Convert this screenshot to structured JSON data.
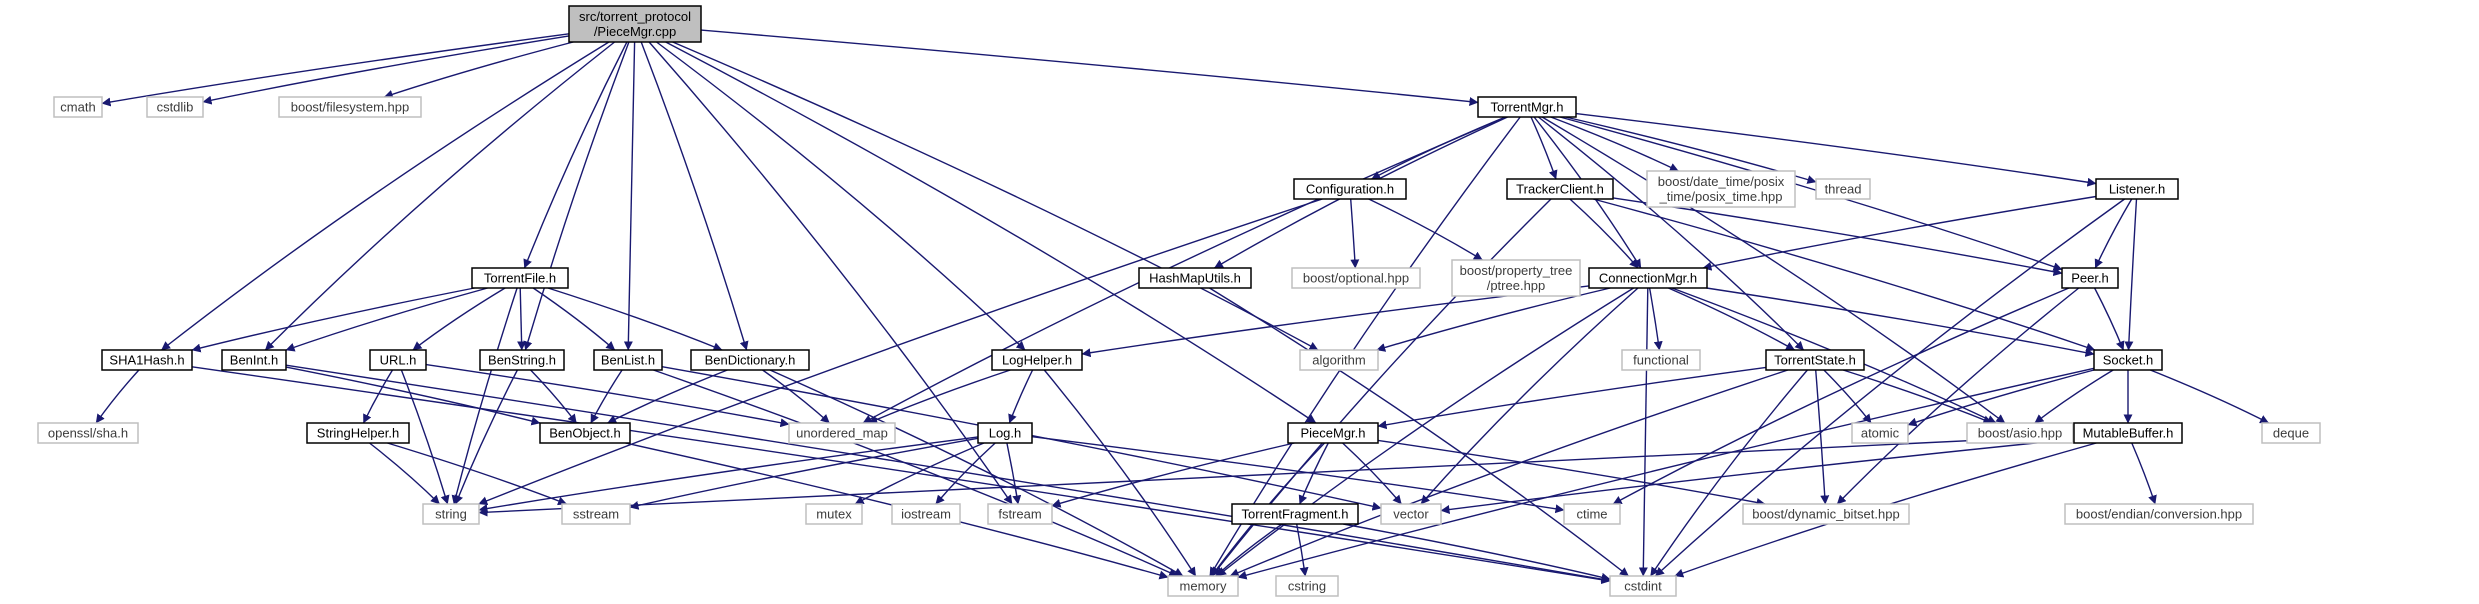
{
  "colors": {
    "edge": "#191970",
    "root_fill": "#bfbfbf",
    "local_border": "#000000",
    "system_border": "#bfbfbf"
  },
  "nodes": [
    {
      "id": "root",
      "lines": [
        "src/torrent_protocol",
        "/PieceMgr.cpp"
      ],
      "kind": "root"
    },
    {
      "id": "cmath",
      "lines": [
        "cmath"
      ],
      "kind": "system"
    },
    {
      "id": "cstdlib",
      "lines": [
        "cstdlib"
      ],
      "kind": "system"
    },
    {
      "id": "boost_filesystem",
      "lines": [
        "boost/filesystem.hpp"
      ],
      "kind": "system"
    },
    {
      "id": "torrentmgr",
      "lines": [
        "TorrentMgr.h"
      ],
      "kind": "local"
    },
    {
      "id": "configuration",
      "lines": [
        "Configuration.h"
      ],
      "kind": "local"
    },
    {
      "id": "trackerclient",
      "lines": [
        "TrackerClient.h"
      ],
      "kind": "local"
    },
    {
      "id": "boost_datetime",
      "lines": [
        "boost/date_time/posix",
        "_time/posix_time.hpp"
      ],
      "kind": "system"
    },
    {
      "id": "thread",
      "lines": [
        "thread"
      ],
      "kind": "system"
    },
    {
      "id": "listener",
      "lines": [
        "Listener.h"
      ],
      "kind": "local"
    },
    {
      "id": "boost_optional",
      "lines": [
        "boost/optional.hpp"
      ],
      "kind": "system"
    },
    {
      "id": "boost_ptree",
      "lines": [
        "boost/property_tree",
        "/ptree.hpp"
      ],
      "kind": "system"
    },
    {
      "id": "hashmaputils",
      "lines": [
        "HashMapUtils.h"
      ],
      "kind": "local"
    },
    {
      "id": "connectionmgr",
      "lines": [
        "ConnectionMgr.h"
      ],
      "kind": "local"
    },
    {
      "id": "peer",
      "lines": [
        "Peer.h"
      ],
      "kind": "local"
    },
    {
      "id": "torrentfile",
      "lines": [
        "TorrentFile.h"
      ],
      "kind": "local"
    },
    {
      "id": "sha1hash",
      "lines": [
        "SHA1Hash.h"
      ],
      "kind": "local"
    },
    {
      "id": "benint",
      "lines": [
        "BenInt.h"
      ],
      "kind": "local"
    },
    {
      "id": "url",
      "lines": [
        "URL.h"
      ],
      "kind": "local"
    },
    {
      "id": "benstring",
      "lines": [
        "BenString.h"
      ],
      "kind": "local"
    },
    {
      "id": "benlist",
      "lines": [
        "BenList.h"
      ],
      "kind": "local"
    },
    {
      "id": "bendictionary",
      "lines": [
        "BenDictionary.h"
      ],
      "kind": "local"
    },
    {
      "id": "loghelper",
      "lines": [
        "LogHelper.h"
      ],
      "kind": "local"
    },
    {
      "id": "algorithm",
      "lines": [
        "algorithm"
      ],
      "kind": "system"
    },
    {
      "id": "functional",
      "lines": [
        "functional"
      ],
      "kind": "system"
    },
    {
      "id": "torrentstate",
      "lines": [
        "TorrentState.h"
      ],
      "kind": "local"
    },
    {
      "id": "socket",
      "lines": [
        "Socket.h"
      ],
      "kind": "local"
    },
    {
      "id": "openssl",
      "lines": [
        "openssl/sha.h"
      ],
      "kind": "system"
    },
    {
      "id": "stringhelper",
      "lines": [
        "StringHelper.h"
      ],
      "kind": "local"
    },
    {
      "id": "unordered_map",
      "lines": [
        "unordered_map"
      ],
      "kind": "system"
    },
    {
      "id": "benobject",
      "lines": [
        "BenObject.h"
      ],
      "kind": "local"
    },
    {
      "id": "log",
      "lines": [
        "Log.h"
      ],
      "kind": "local"
    },
    {
      "id": "piecemgr",
      "lines": [
        "PieceMgr.h"
      ],
      "kind": "local"
    },
    {
      "id": "atomic",
      "lines": [
        "atomic"
      ],
      "kind": "system"
    },
    {
      "id": "boost_asio",
      "lines": [
        "boost/asio.hpp"
      ],
      "kind": "system"
    },
    {
      "id": "deque",
      "lines": [
        "deque"
      ],
      "kind": "system"
    },
    {
      "id": "mutablebuffer",
      "lines": [
        "MutableBuffer.h"
      ],
      "kind": "local"
    },
    {
      "id": "string",
      "lines": [
        "string"
      ],
      "kind": "system"
    },
    {
      "id": "sstream",
      "lines": [
        "sstream"
      ],
      "kind": "system"
    },
    {
      "id": "mutex",
      "lines": [
        "mutex"
      ],
      "kind": "system"
    },
    {
      "id": "iostream",
      "lines": [
        "iostream"
      ],
      "kind": "system"
    },
    {
      "id": "fstream",
      "lines": [
        "fstream"
      ],
      "kind": "system"
    },
    {
      "id": "vector",
      "lines": [
        "vector"
      ],
      "kind": "system"
    },
    {
      "id": "ctime",
      "lines": [
        "ctime"
      ],
      "kind": "system"
    },
    {
      "id": "torrentfragment",
      "lines": [
        "TorrentFragment.h"
      ],
      "kind": "local"
    },
    {
      "id": "boost_dynbitset",
      "lines": [
        "boost/dynamic_bitset.hpp"
      ],
      "kind": "system"
    },
    {
      "id": "boost_endian",
      "lines": [
        "boost/endian/conversion.hpp"
      ],
      "kind": "system"
    },
    {
      "id": "memory",
      "lines": [
        "memory"
      ],
      "kind": "system"
    },
    {
      "id": "cstdint",
      "lines": [
        "cstdint"
      ],
      "kind": "system"
    },
    {
      "id": "cstring",
      "lines": [
        "cstring"
      ],
      "kind": "system"
    }
  ],
  "edges": [
    [
      "root",
      "cmath"
    ],
    [
      "root",
      "cstdlib"
    ],
    [
      "root",
      "boost_filesystem"
    ],
    [
      "root",
      "torrentmgr"
    ],
    [
      "root",
      "torrentfile"
    ],
    [
      "root",
      "sha1hash"
    ],
    [
      "root",
      "benint"
    ],
    [
      "root",
      "benstring"
    ],
    [
      "root",
      "benlist"
    ],
    [
      "root",
      "bendictionary"
    ],
    [
      "root",
      "loghelper"
    ],
    [
      "root",
      "algorithm"
    ],
    [
      "root",
      "piecemgr"
    ],
    [
      "root",
      "fstream"
    ],
    [
      "torrentmgr",
      "configuration"
    ],
    [
      "torrentmgr",
      "trackerclient"
    ],
    [
      "torrentmgr",
      "boost_datetime"
    ],
    [
      "torrentmgr",
      "thread"
    ],
    [
      "torrentmgr",
      "listener"
    ],
    [
      "torrentmgr",
      "hashmaputils"
    ],
    [
      "torrentmgr",
      "connectionmgr"
    ],
    [
      "torrentmgr",
      "peer"
    ],
    [
      "torrentmgr",
      "torrentstate"
    ],
    [
      "torrentmgr",
      "boost_asio"
    ],
    [
      "torrentmgr",
      "unordered_map"
    ],
    [
      "torrentmgr",
      "memory"
    ],
    [
      "configuration",
      "boost_optional"
    ],
    [
      "configuration",
      "boost_ptree"
    ],
    [
      "configuration",
      "string"
    ],
    [
      "trackerclient",
      "connectionmgr"
    ],
    [
      "trackerclient",
      "peer"
    ],
    [
      "trackerclient",
      "socket"
    ],
    [
      "trackerclient",
      "memory"
    ],
    [
      "listener",
      "connectionmgr"
    ],
    [
      "listener",
      "peer"
    ],
    [
      "listener",
      "socket"
    ],
    [
      "listener",
      "cstdint"
    ],
    [
      "hashmaputils",
      "cstdint"
    ],
    [
      "connectionmgr",
      "loghelper"
    ],
    [
      "connectionmgr",
      "algorithm"
    ],
    [
      "connectionmgr",
      "functional"
    ],
    [
      "connectionmgr",
      "torrentstate"
    ],
    [
      "connectionmgr",
      "socket"
    ],
    [
      "connectionmgr",
      "boost_asio"
    ],
    [
      "connectionmgr",
      "vector"
    ],
    [
      "connectionmgr",
      "memory"
    ],
    [
      "connectionmgr",
      "cstdint"
    ],
    [
      "peer",
      "socket"
    ],
    [
      "peer",
      "ctime"
    ],
    [
      "peer",
      "boost_dynbitset"
    ],
    [
      "torrentfile",
      "sha1hash"
    ],
    [
      "torrentfile",
      "benint"
    ],
    [
      "torrentfile",
      "url"
    ],
    [
      "torrentfile",
      "benstring"
    ],
    [
      "torrentfile",
      "benlist"
    ],
    [
      "torrentfile",
      "bendictionary"
    ],
    [
      "torrentfile",
      "string"
    ],
    [
      "sha1hash",
      "openssl"
    ],
    [
      "sha1hash",
      "cstdint"
    ],
    [
      "benint",
      "benobject"
    ],
    [
      "benint",
      "cstdint"
    ],
    [
      "url",
      "stringhelper"
    ],
    [
      "url",
      "unordered_map"
    ],
    [
      "url",
      "string"
    ],
    [
      "benstring",
      "benobject"
    ],
    [
      "benstring",
      "string"
    ],
    [
      "benlist",
      "benobject"
    ],
    [
      "benlist",
      "vector"
    ],
    [
      "benlist",
      "memory"
    ],
    [
      "bendictionary",
      "benobject"
    ],
    [
      "bendictionary",
      "unordered_map"
    ],
    [
      "bendictionary",
      "memory"
    ],
    [
      "loghelper",
      "log"
    ],
    [
      "loghelper",
      "unordered_map"
    ],
    [
      "loghelper",
      "memory"
    ],
    [
      "torrentstate",
      "piecemgr"
    ],
    [
      "torrentstate",
      "atomic"
    ],
    [
      "torrentstate",
      "boost_asio"
    ],
    [
      "torrentstate",
      "boost_dynbitset"
    ],
    [
      "torrentstate",
      "memory"
    ],
    [
      "torrentstate",
      "cstdint"
    ],
    [
      "socket",
      "atomic"
    ],
    [
      "socket",
      "boost_asio"
    ],
    [
      "socket",
      "deque"
    ],
    [
      "socket",
      "mutablebuffer"
    ],
    [
      "socket",
      "memory"
    ],
    [
      "stringhelper",
      "string"
    ],
    [
      "stringhelper",
      "sstream"
    ],
    [
      "benobject",
      "memory"
    ],
    [
      "log",
      "string"
    ],
    [
      "log",
      "sstream"
    ],
    [
      "log",
      "mutex"
    ],
    [
      "log",
      "iostream"
    ],
    [
      "log",
      "fstream"
    ],
    [
      "log",
      "ctime"
    ],
    [
      "piecemgr",
      "torrentfragment"
    ],
    [
      "piecemgr",
      "fstream"
    ],
    [
      "piecemgr",
      "vector"
    ],
    [
      "piecemgr",
      "boost_dynbitset"
    ],
    [
      "piecemgr",
      "memory"
    ],
    [
      "mutablebuffer",
      "string"
    ],
    [
      "mutablebuffer",
      "vector"
    ],
    [
      "mutablebuffer",
      "boost_endian"
    ],
    [
      "mutablebuffer",
      "cstdint"
    ],
    [
      "torrentfragment",
      "memory"
    ],
    [
      "torrentfragment",
      "cstring"
    ],
    [
      "torrentfragment",
      "cstdint"
    ]
  ]
}
